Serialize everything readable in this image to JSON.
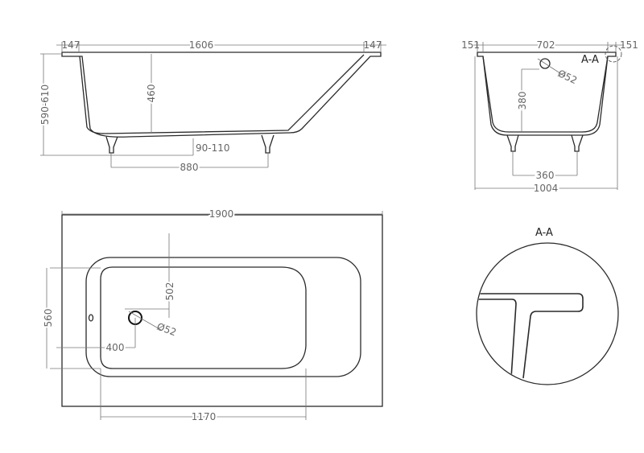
{
  "side_view": {
    "rim_left": "147",
    "length_inner": "1606",
    "rim_right": "147",
    "height_total": "590-610",
    "depth": "460",
    "leg_adjust": "90-110",
    "leg_spacing": "880"
  },
  "end_view": {
    "rim_left": "151",
    "width_inner": "702",
    "rim_right": "151",
    "drain_height": "380",
    "drain_diameter": "Ø52",
    "leg_spacing": "360",
    "width_total": "1004",
    "section_label": "A-A"
  },
  "plan_view": {
    "length_total": "1900",
    "width_inner": "560",
    "drain_offset_y": "502",
    "drain_diameter": "Ø52",
    "drain_offset_x": "400",
    "basin_length": "1170"
  },
  "detail_view": {
    "title": "A-A"
  }
}
